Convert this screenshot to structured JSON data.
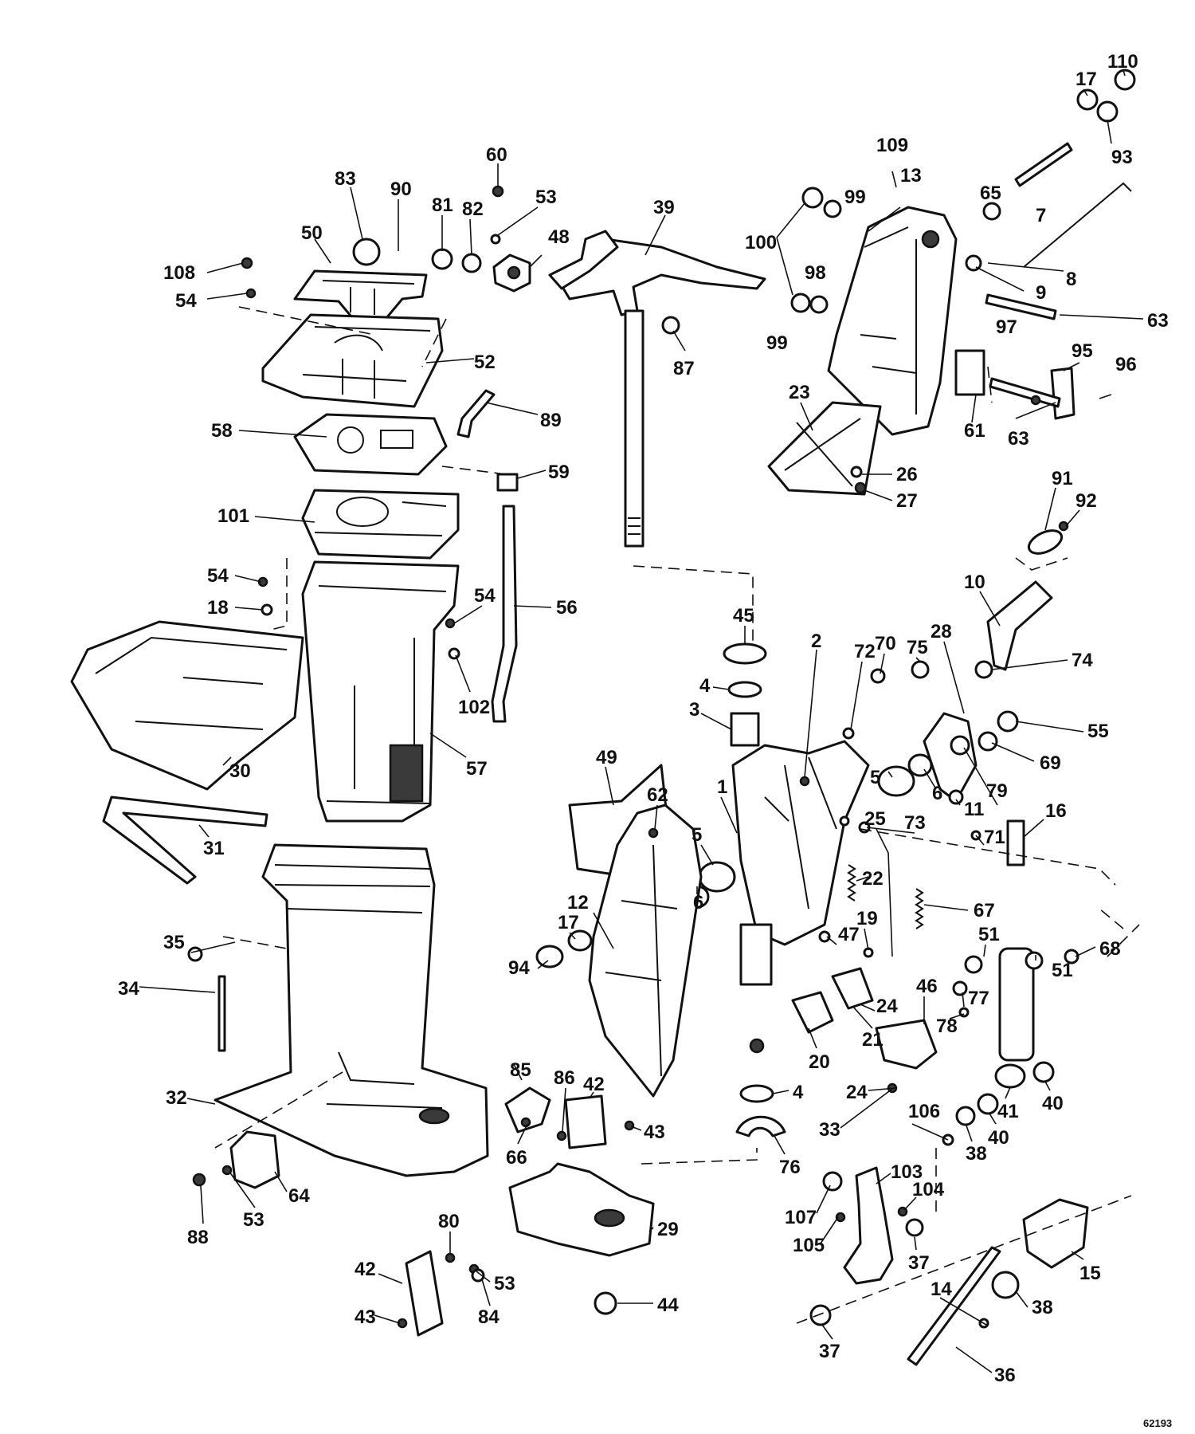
{
  "diagram_code": "62193",
  "callouts": [
    {
      "id": "c110",
      "text": "110"
    },
    {
      "id": "c17a",
      "text": "17"
    },
    {
      "id": "c93",
      "text": "93"
    },
    {
      "id": "c109",
      "text": "109"
    },
    {
      "id": "c13",
      "text": "13"
    },
    {
      "id": "c60",
      "text": "60"
    },
    {
      "id": "c83",
      "text": "83"
    },
    {
      "id": "c90",
      "text": "90"
    },
    {
      "id": "c81",
      "text": "81"
    },
    {
      "id": "c82",
      "text": "82"
    },
    {
      "id": "c53a",
      "text": "53"
    },
    {
      "id": "c39",
      "text": "39"
    },
    {
      "id": "c99a",
      "text": "99"
    },
    {
      "id": "c65",
      "text": "65"
    },
    {
      "id": "c7",
      "text": "7"
    },
    {
      "id": "c50",
      "text": "50"
    },
    {
      "id": "c48",
      "text": "48"
    },
    {
      "id": "c100",
      "text": "100"
    },
    {
      "id": "c98",
      "text": "98"
    },
    {
      "id": "c108",
      "text": "108"
    },
    {
      "id": "c8",
      "text": "8"
    },
    {
      "id": "c54a",
      "text": "54"
    },
    {
      "id": "c9",
      "text": "9"
    },
    {
      "id": "c97",
      "text": "97"
    },
    {
      "id": "c63a",
      "text": "63"
    },
    {
      "id": "c99b",
      "text": "99"
    },
    {
      "id": "c52",
      "text": "52"
    },
    {
      "id": "c87",
      "text": "87"
    },
    {
      "id": "c95",
      "text": "95"
    },
    {
      "id": "c96",
      "text": "96"
    },
    {
      "id": "c23",
      "text": "23"
    },
    {
      "id": "c89",
      "text": "89"
    },
    {
      "id": "c61",
      "text": "61"
    },
    {
      "id": "c63b",
      "text": "63"
    },
    {
      "id": "c58",
      "text": "58"
    },
    {
      "id": "c59",
      "text": "59"
    },
    {
      "id": "c26",
      "text": "26"
    },
    {
      "id": "c27",
      "text": "27"
    },
    {
      "id": "c91",
      "text": "91"
    },
    {
      "id": "c101",
      "text": "101"
    },
    {
      "id": "c92",
      "text": "92"
    },
    {
      "id": "c54b",
      "text": "54"
    },
    {
      "id": "c10",
      "text": "10"
    },
    {
      "id": "c18",
      "text": "18"
    },
    {
      "id": "c54c",
      "text": "54"
    },
    {
      "id": "c56",
      "text": "56"
    },
    {
      "id": "c28",
      "text": "28"
    },
    {
      "id": "c74",
      "text": "74"
    },
    {
      "id": "c45",
      "text": "45"
    },
    {
      "id": "c70",
      "text": "70"
    },
    {
      "id": "c75",
      "text": "75"
    },
    {
      "id": "c2",
      "text": "2"
    },
    {
      "id": "c72",
      "text": "72"
    },
    {
      "id": "c102",
      "text": "102"
    },
    {
      "id": "c55",
      "text": "55"
    },
    {
      "id": "c4a",
      "text": "4"
    },
    {
      "id": "c69",
      "text": "69"
    },
    {
      "id": "c30",
      "text": "30"
    },
    {
      "id": "c3",
      "text": "3"
    },
    {
      "id": "c57",
      "text": "57"
    },
    {
      "id": "c49",
      "text": "49"
    },
    {
      "id": "c5a",
      "text": "5"
    },
    {
      "id": "c6a",
      "text": "6"
    },
    {
      "id": "c11",
      "text": "11"
    },
    {
      "id": "c79",
      "text": "79"
    },
    {
      "id": "c1",
      "text": "1"
    },
    {
      "id": "c62",
      "text": "62"
    },
    {
      "id": "c16",
      "text": "16"
    },
    {
      "id": "c25",
      "text": "25"
    },
    {
      "id": "c73",
      "text": "73"
    },
    {
      "id": "c31",
      "text": "31"
    },
    {
      "id": "c71",
      "text": "71"
    },
    {
      "id": "c5b",
      "text": "5"
    },
    {
      "id": "c22",
      "text": "22"
    },
    {
      "id": "c6b",
      "text": "6"
    },
    {
      "id": "c12",
      "text": "12"
    },
    {
      "id": "c67",
      "text": "67"
    },
    {
      "id": "c68",
      "text": "68"
    },
    {
      "id": "c19",
      "text": "19"
    },
    {
      "id": "c51a",
      "text": "51"
    },
    {
      "id": "c35",
      "text": "35"
    },
    {
      "id": "c17b",
      "text": "17"
    },
    {
      "id": "c47",
      "text": "47"
    },
    {
      "id": "c51b",
      "text": "51"
    },
    {
      "id": "c94",
      "text": "94"
    },
    {
      "id": "c46",
      "text": "46"
    },
    {
      "id": "c34",
      "text": "34"
    },
    {
      "id": "c77",
      "text": "77"
    },
    {
      "id": "c24a",
      "text": "24"
    },
    {
      "id": "c78",
      "text": "78"
    },
    {
      "id": "c21",
      "text": "21"
    },
    {
      "id": "c20",
      "text": "20"
    },
    {
      "id": "c40a",
      "text": "40"
    },
    {
      "id": "c85",
      "text": "85"
    },
    {
      "id": "c86",
      "text": "86"
    },
    {
      "id": "c42a",
      "text": "42"
    },
    {
      "id": "c4b",
      "text": "4"
    },
    {
      "id": "c41",
      "text": "41"
    },
    {
      "id": "c32",
      "text": "32"
    },
    {
      "id": "c24b",
      "text": "24"
    },
    {
      "id": "c33",
      "text": "33"
    },
    {
      "id": "c106",
      "text": "106"
    },
    {
      "id": "c40b",
      "text": "40"
    },
    {
      "id": "c66",
      "text": "66"
    },
    {
      "id": "c43a",
      "text": "43"
    },
    {
      "id": "c76",
      "text": "76"
    },
    {
      "id": "c38a",
      "text": "38"
    },
    {
      "id": "c103",
      "text": "103"
    },
    {
      "id": "c64",
      "text": "64"
    },
    {
      "id": "c53b",
      "text": "53"
    },
    {
      "id": "c107",
      "text": "107"
    },
    {
      "id": "c104",
      "text": "104"
    },
    {
      "id": "c88",
      "text": "88"
    },
    {
      "id": "c29",
      "text": "29"
    },
    {
      "id": "c80",
      "text": "80"
    },
    {
      "id": "c105",
      "text": "105"
    },
    {
      "id": "c37a",
      "text": "37"
    },
    {
      "id": "c15",
      "text": "15"
    },
    {
      "id": "c42b",
      "text": "42"
    },
    {
      "id": "c53c",
      "text": "53"
    },
    {
      "id": "c84",
      "text": "84"
    },
    {
      "id": "c44",
      "text": "44"
    },
    {
      "id": "c14",
      "text": "14"
    },
    {
      "id": "c38b",
      "text": "38"
    },
    {
      "id": "c43b",
      "text": "43"
    },
    {
      "id": "c37b",
      "text": "37"
    },
    {
      "id": "c36",
      "text": "36"
    }
  ]
}
